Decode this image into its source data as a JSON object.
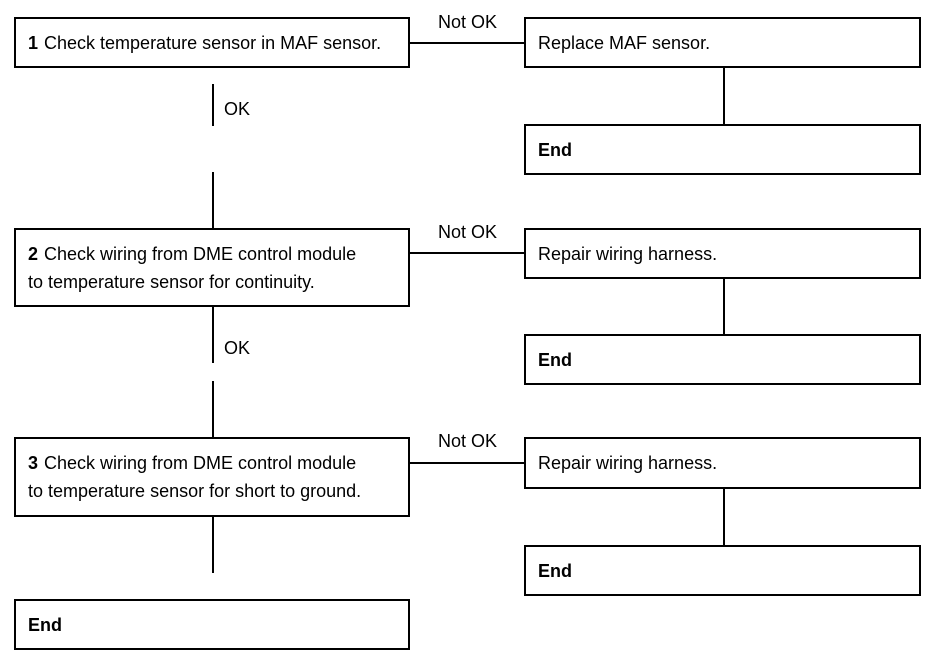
{
  "steps": [
    {
      "number": "1",
      "lines": [
        "Check temperature sensor in MAF sensor."
      ],
      "ok_label": "OK",
      "not_ok_label": "Not OK",
      "action": "Replace MAF sensor.",
      "action_end": "End"
    },
    {
      "number": "2",
      "lines": [
        "Check wiring from DME control module",
        "to temperature sensor for continuity."
      ],
      "ok_label": "OK",
      "not_ok_label": "Not OK",
      "action": "Repair wiring harness.",
      "action_end": "End"
    },
    {
      "number": "3",
      "lines": [
        "Check wiring from DME control module",
        "to temperature sensor for short to ground."
      ],
      "not_ok_label": "Not OK",
      "action": "Repair wiring harness.",
      "action_end": "End"
    }
  ],
  "final_end": "End"
}
